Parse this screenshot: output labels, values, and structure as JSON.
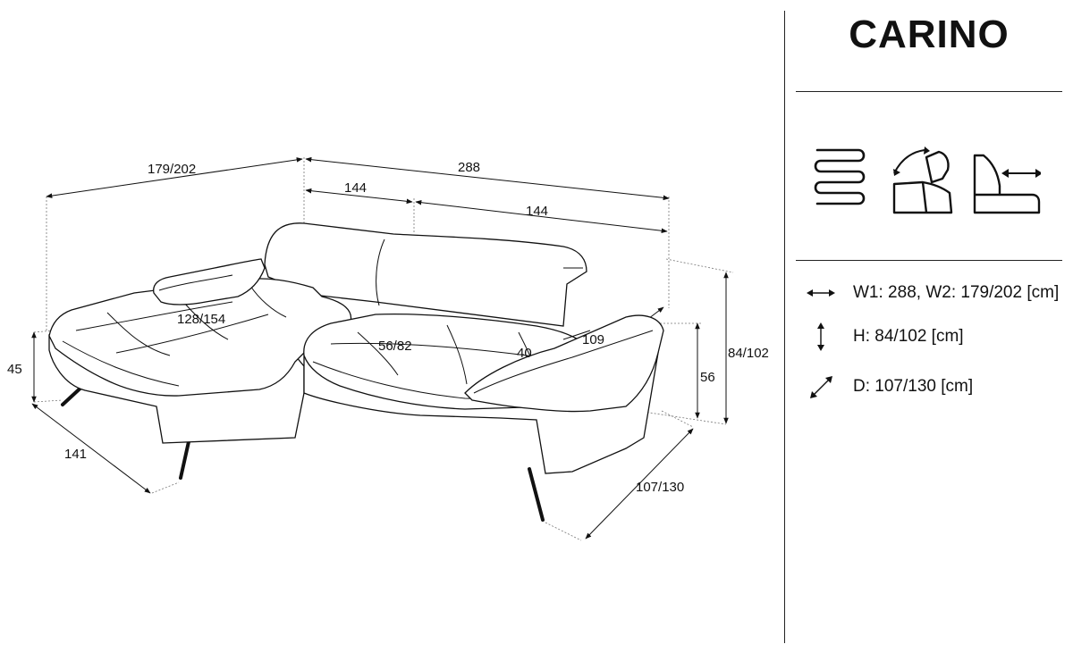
{
  "product": {
    "title": "CARINO"
  },
  "dimensions": {
    "chaise_width": "179/202",
    "total_width": "288",
    "left_section": "144",
    "right_section": "144",
    "chaise_depth_length": "128/154",
    "seat_depth": "56/82",
    "armrest_width": "40",
    "back_depth": "109",
    "seat_height": "45",
    "arm_height": "56",
    "total_height": "84/102",
    "chaise_depth": "141",
    "total_depth": "107/130"
  },
  "specs": [
    {
      "icon": "horizontal-arrows-icon",
      "text": "W1: 288, W2: 179/202 [cm]"
    },
    {
      "icon": "vertical-arrows-icon",
      "text": "H: 84/102 [cm]"
    },
    {
      "icon": "diagonal-arrows-icon",
      "text": "D: 107/130 [cm]"
    }
  ],
  "features": [
    "spring-seat-icon",
    "adjustable-headrest-icon",
    "sliding-seat-icon"
  ]
}
